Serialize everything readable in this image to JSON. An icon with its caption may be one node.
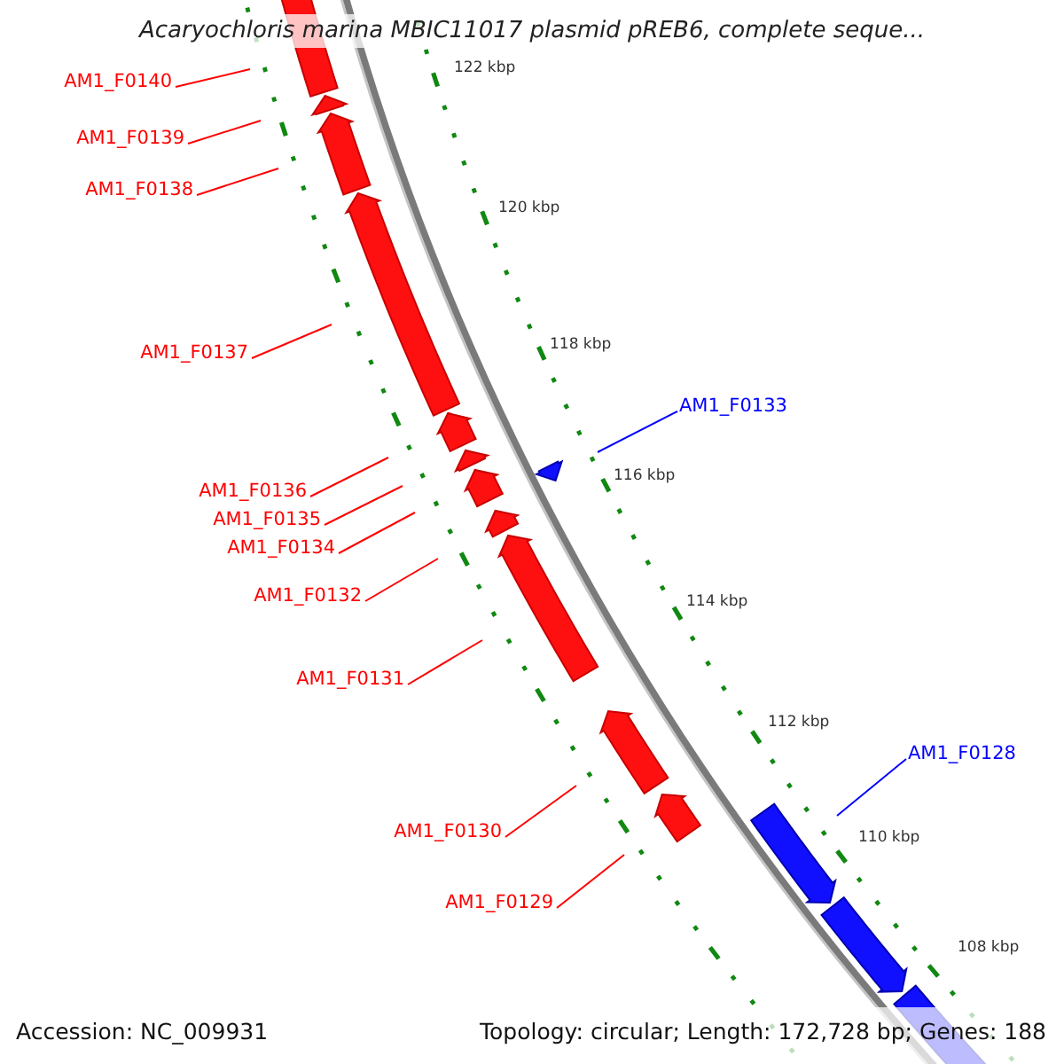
{
  "diagram": {
    "title": "Acaryochloris marina MBIC11017 plasmid pREB6, complete seque...",
    "nodes": [
      {
        "text": [
          "AM1_F0140"
        ]
      },
      {
        "text": [
          "AM1_F0139"
        ]
      },
      {
        "text": [
          "AM1_F0138"
        ]
      },
      {
        "text": [
          "AM1_F0137"
        ]
      },
      {
        "text": [
          "AM1_F0133"
        ]
      },
      {
        "text": [
          "AM1_F0136"
        ]
      },
      {
        "text": [
          "AM1_F0135"
        ]
      },
      {
        "text": [
          "AM1_F0134"
        ]
      },
      {
        "text": [
          "AM1_F0132"
        ]
      },
      {
        "text": [
          "AM1_F0131"
        ]
      },
      {
        "text": [
          "AM1_F0128"
        ]
      },
      {
        "text": [
          "AM1_F0130"
        ]
      },
      {
        "text": [
          "AM1_F0129"
        ]
      }
    ],
    "edges": [
      {
        "from": 0,
        "to": null,
        "arrow": "none"
      },
      {
        "from": 1,
        "to": null,
        "arrow": "none"
      },
      {
        "from": 2,
        "to": null,
        "arrow": "none"
      },
      {
        "from": 3,
        "to": null,
        "arrow": "none"
      },
      {
        "from": 4,
        "to": null,
        "arrow": "none",
        "color": "#0000ff"
      },
      {
        "from": 5,
        "to": null,
        "arrow": "none"
      },
      {
        "from": 6,
        "to": null,
        "arrow": "none"
      },
      {
        "from": 7,
        "to": null,
        "arrow": "none"
      },
      {
        "from": 8,
        "to": null,
        "arrow": "none"
      },
      {
        "from": 9,
        "to": null,
        "arrow": "none"
      },
      {
        "from": 10,
        "to": null,
        "arrow": "none",
        "color": "#0000ff"
      },
      {
        "from": 11,
        "to": null,
        "arrow": "none"
      },
      {
        "from": 12,
        "to": null,
        "arrow": "none"
      }
    ],
    "labels": [
      "122 kbp",
      "120 kbp",
      "118 kbp",
      "116 kbp",
      "114 kbp",
      "112 kbp",
      "110 kbp",
      "108 kbp",
      "Accession: NC_009931",
      "Topology: circular; Length: 172,728 bp; Genes: 188"
    ]
  }
}
